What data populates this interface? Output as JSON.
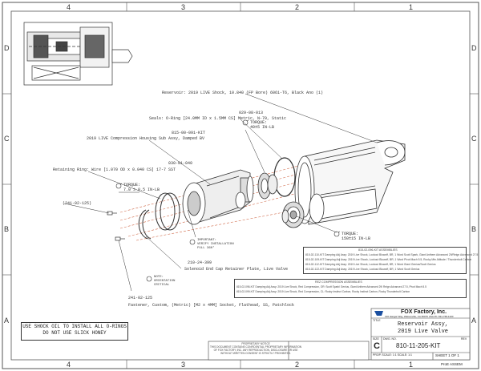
{
  "zones": {
    "cols": [
      "4",
      "3",
      "2",
      "1"
    ],
    "rows": [
      "D",
      "C",
      "B",
      "A"
    ]
  },
  "callouts": {
    "reservoir": "Reservoir: 2019 LIVE Shock, 10.840 (FP Bore) 6061-T6, Black Ano (1)",
    "seals_pn": "029-08-013",
    "seals": "Seals: O-Ring [24.0MM ID x 1.5MM CS] Metric, N-70, Static",
    "torque1_label": "TORQUE:",
    "torque1_val": "40±5 IN-LB",
    "housing_pn": "815-00-091-KIT",
    "housing": "2019 LIVE Compression Housing Sub Assy, Damped BV",
    "retaining_pn": "030-01-040",
    "retaining": "Retaining Ring: Wire [1.070 OD x 0.040 CS] 17-7 SST",
    "torque2_label": "TORQUE:",
    "torque2_val": "7.0 ± 0.5 IN-LB",
    "fastener_pn1": "(241-02-125)",
    "verify": "IMPORTANT:\nVERIFY INSTALLATION\nFULL 360°",
    "plate_pn": "210-24-399",
    "plate": "Solenoid End Cap Retainer Plate, Live Valve",
    "orientation": "NOTE:\nORIENTATION\nCRITICAL",
    "fastener_pn2": "241-02-125",
    "fastener": "Fastener, Custom, (Metric) [M2 x 4MM] Socket, Flathead, SS, Patchlock",
    "torque3_label": "TORQUE:",
    "torque3_val": "150±15 IN-LB",
    "oil_note_1": "USE SHOCK OIL TO INSTALL ALL O-RINGS",
    "oil_note_2": "DO NOT USE SLICK HONEY"
  },
  "assemblies_box": {
    "title": "815-02-096-KIT ASSEMBLIES",
    "lines": [
      "815-02-110-KIT Damping Adj Assy: 2019 Live Shock, Lockout Blowoff, BR, 1 Word Scott Spark, Giant Anthem Advanced 29/Reign Advanced 27.5",
      "815-02-109-KIT Damping Adj Assy: 2019 Live Shock, Lockout Blowoff, BR, 1 Word Pivot Mach 5.5, Rocky Mtn Altitude / Thunderbolt Carbon",
      "815-02-112-KIT Damping Adj Assy: 2019 Live Shock, Lockout Blowoff, BR, 1 Word Giant Genius/Scott Genius",
      "815-02-122-KIT Damping Adj Assy: 2019 Live Shock, Lockout Blowoff, BR, 1 Word Scott Genius"
    ]
  },
  "compression_box": {
    "title": "REZ COMPRESSION ASSEMBLIES",
    "lines": [
      "815-02-096-KIT Damping Adj Assy: 2019 Live Shock, Red Compression, OR: Scott Spark/ Genius, Giant Anthem Advanced 29/ Reign Advanced 27.5, Pivot Mach 5.5",
      "815-02-099-KIT Damping Adj Assy: 2019 Live Shock, Red Compression, CL: Rocky Instinct Carbon, Rocky Instinct Carbon, Rocky Thunderbolt Carbon"
    ]
  },
  "title_block": {
    "company": "FOX Factory, Inc.",
    "address": "130 Hangar Way, Watsonville, CA 95076 USA  Ph: 831-768-1100",
    "title_label": "TITLE",
    "title_1": "Reservoir Assy,",
    "title_2": "2019 Live Valve",
    "size_label": "SIZE",
    "size": "C",
    "dwg_label": "DWG. NO.",
    "dwg_no": "810-11-205-KIT",
    "rev_label": "REV",
    "scale": "PROP. SCALE: 1:1   SCALE: 1:1",
    "sheet": "SHEET 1 OF 1",
    "proe": "ProE ASSEM"
  },
  "prop_notice": "PROPRIETARY NOTICE\nTHIS DOCUMENT CONTAINS CONFIDENTIAL PROPRIETARY INFORMATION\nOF FOX FACTORY, INC. ANY REPRODUCTION, DISCLOSURE OR USE\nWITHOUT WRITTEN CONSENT IS STRICTLY PROHIBITED.",
  "colors": {
    "line": "#333333",
    "hidden": "#d06a4a",
    "ink": "#222222"
  }
}
